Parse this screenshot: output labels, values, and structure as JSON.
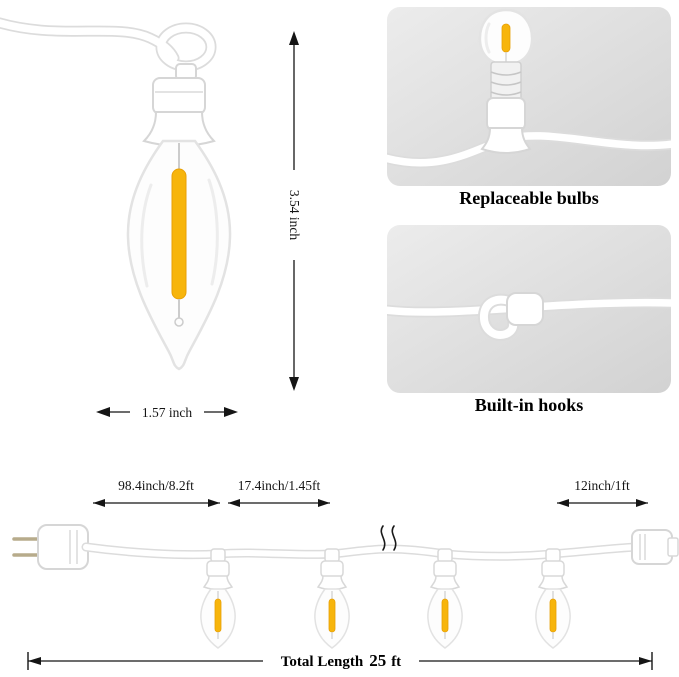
{
  "bulb_detail": {
    "height_label": "3.54 inch",
    "width_label": "1.57 inch"
  },
  "features": [
    {
      "caption": "Replaceable bulbs"
    },
    {
      "caption": "Built-in hooks"
    }
  ],
  "string_diagram": {
    "lead_label": "98.4inch/8.2ft",
    "spacing_label": "17.4inch/1.45ft",
    "tail_label": "12inch/1ft",
    "total": {
      "prefix": "Total Length",
      "value": "25",
      "unit": "ft"
    }
  },
  "colors": {
    "filament": "#F7B50C",
    "filament_edge": "#E8A006",
    "wire_highlight": "#FFFFFF",
    "wire_outline": "#DCDCDC",
    "panel_gradient_top": "#ECECEC",
    "panel_gradient_bottom": "#D2D2D2",
    "dimension_ink": "#151515"
  }
}
